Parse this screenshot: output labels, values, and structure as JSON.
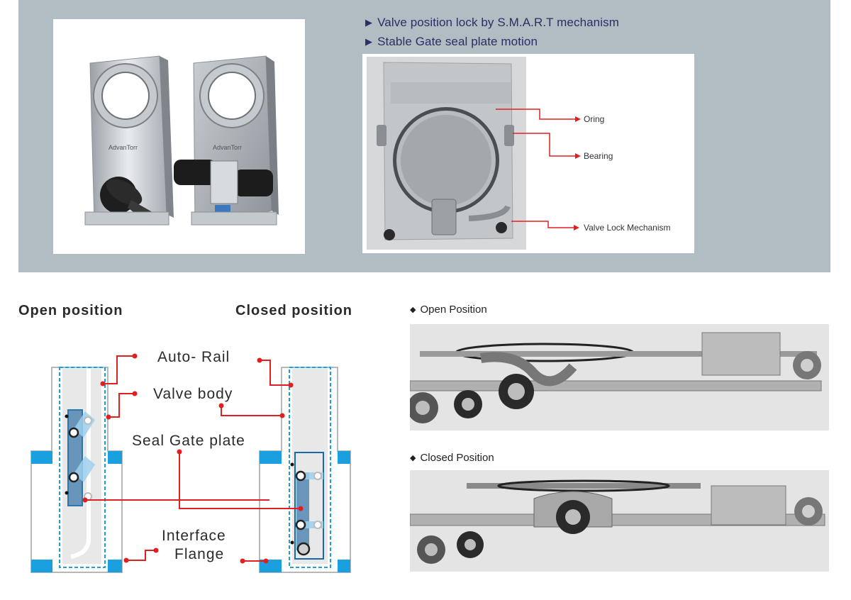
{
  "top": {
    "bullets": [
      "Valve position lock by S.M.A.R.T mechanism",
      "Stable Gate seal plate motion"
    ],
    "product_photo": {
      "brand_marks": [
        "AdvanTorr",
        "AdvanTorr"
      ]
    },
    "internal_photo": {
      "callouts": [
        "Oring",
        "Bearing",
        "Valve Lock Mechanism"
      ]
    }
  },
  "diagram": {
    "open_heading": "Open position",
    "closed_heading": "Closed position",
    "labels": {
      "auto_rail": "Auto- Rail",
      "valve_body": "Valve body",
      "seal_gate_plate": "Seal Gate plate",
      "interface_line1": "Interface",
      "interface_line2": "Flange"
    }
  },
  "photos": {
    "open_label": "Open Position",
    "closed_label": "Closed Position"
  },
  "colors": {
    "panel_bg": "#b2bcc3",
    "accent_blue": "#1aa0de",
    "leader_red": "#e02020",
    "bullet_text": "#2a2f66"
  }
}
